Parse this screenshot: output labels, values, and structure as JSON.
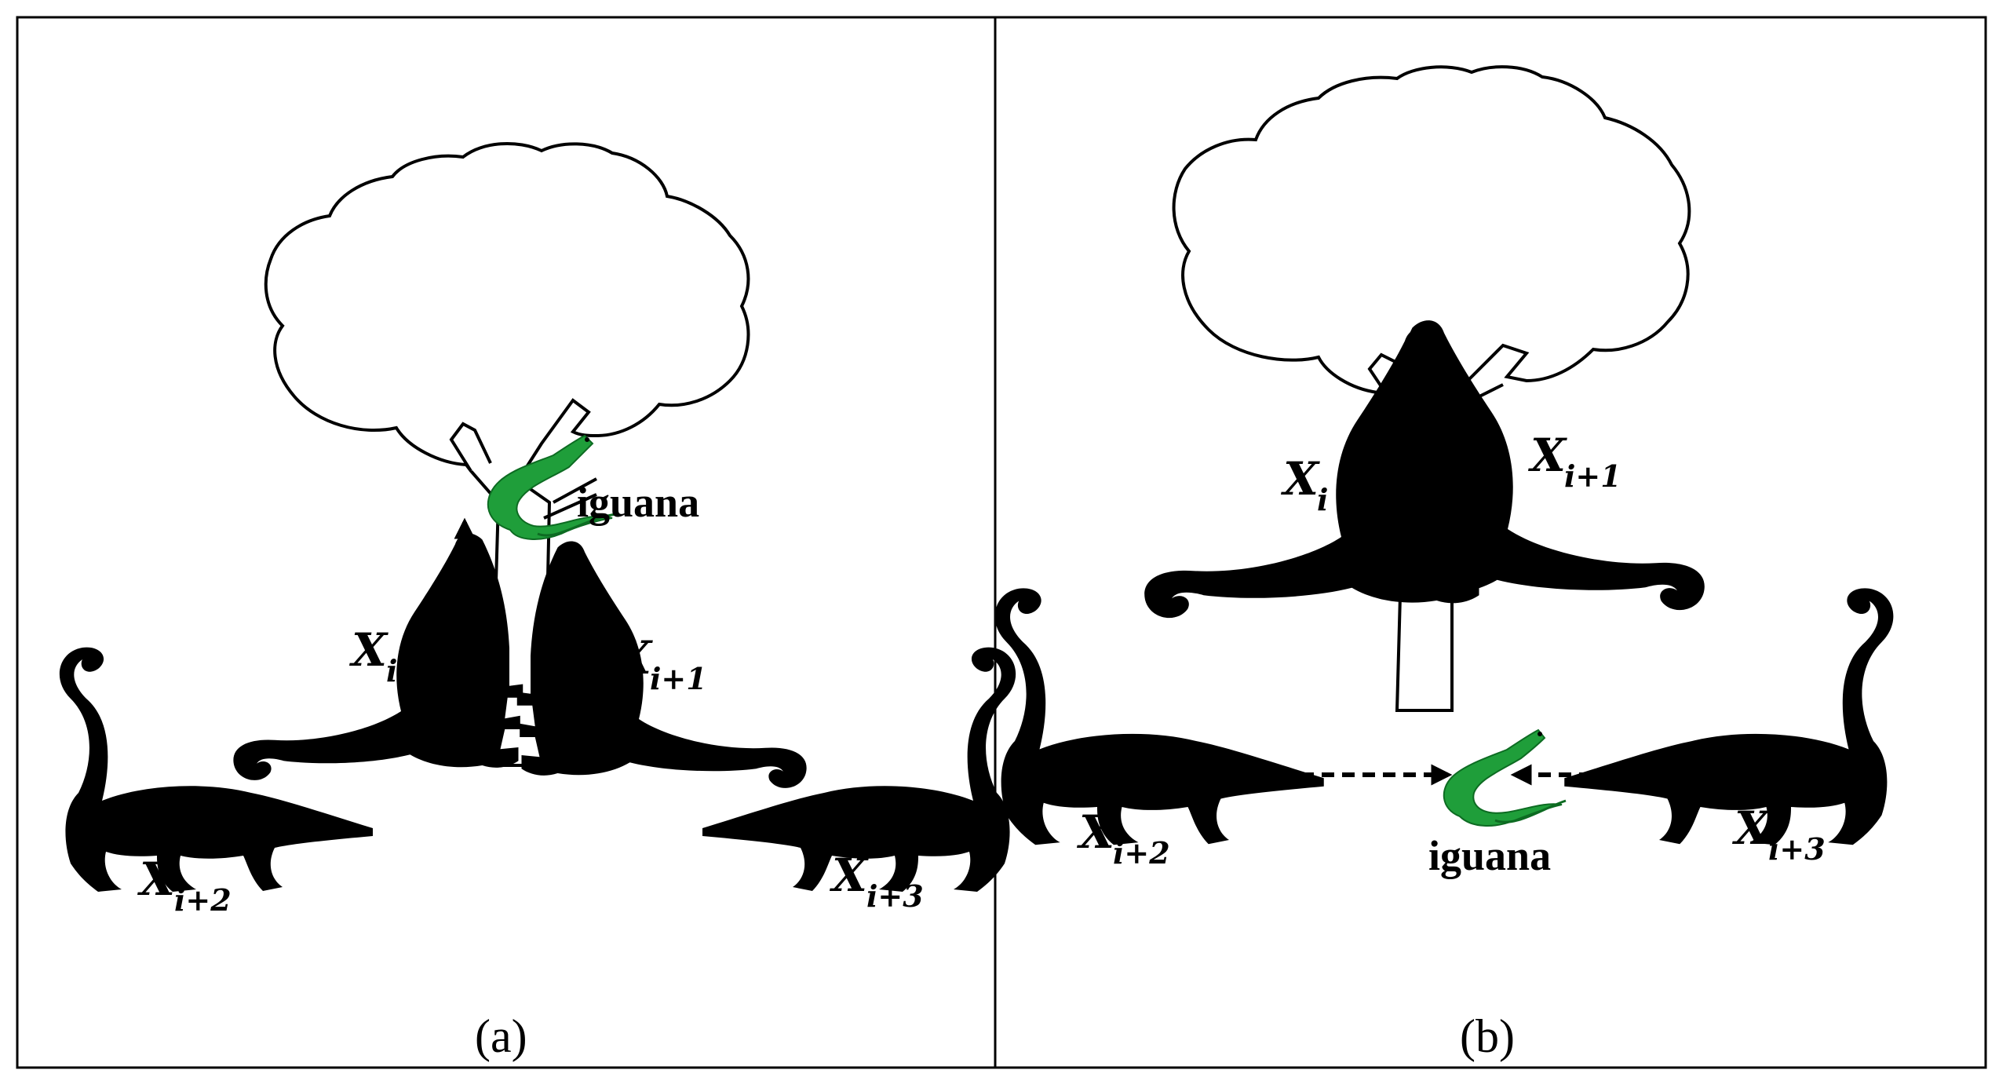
{
  "colors": {
    "silhouette": "#000000",
    "iguana": "#1f9e3a",
    "iguana_dark": "#0d6b22",
    "frame": "#000000",
    "background": "#ffffff"
  },
  "panels": {
    "a": {
      "caption": "(a)",
      "iguana_label": "iguana",
      "agents": [
        {
          "base": "X",
          "sub": "i"
        },
        {
          "base": "X",
          "sub": "i+1"
        },
        {
          "base": "X",
          "sub": "i+2"
        },
        {
          "base": "X",
          "sub": "i+3"
        }
      ]
    },
    "b": {
      "caption": "(b)",
      "iguana_label": "iguana",
      "agents": [
        {
          "base": "X",
          "sub": "i"
        },
        {
          "base": "X",
          "sub": "i+1"
        },
        {
          "base": "X",
          "sub": "i+2"
        },
        {
          "base": "X",
          "sub": "i+3"
        }
      ]
    }
  },
  "icons": {
    "tree": "tree-icon",
    "coati": "coati-icon",
    "iguana": "iguana-icon",
    "arrow": "dashed-arrow-icon"
  }
}
